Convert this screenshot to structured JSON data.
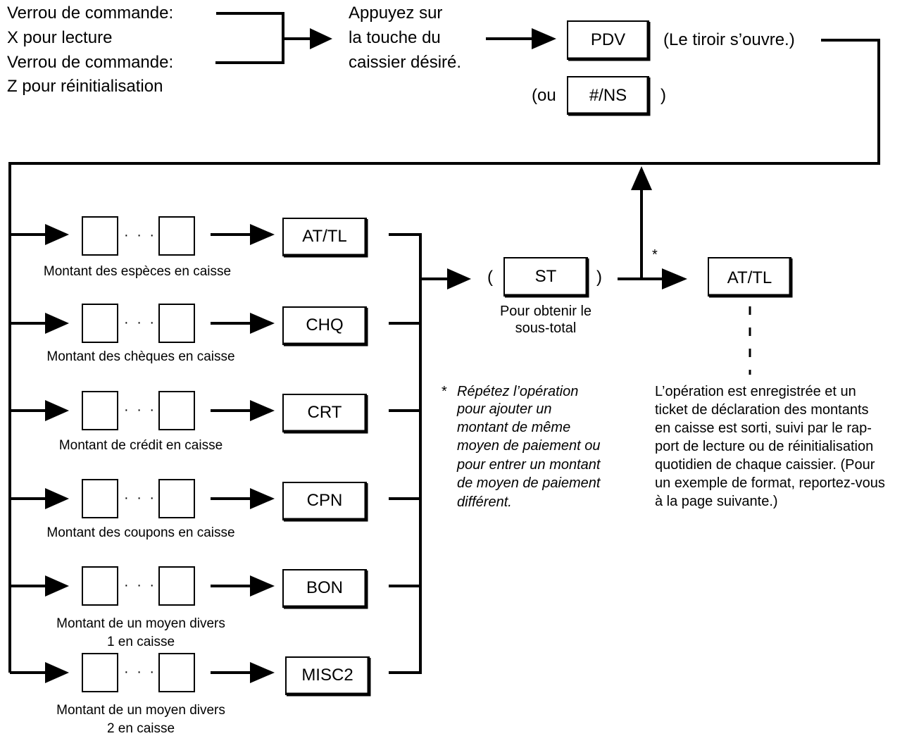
{
  "control_lock": {
    "line1": "Verrou de commande:",
    "line2": "X pour lecture",
    "line3": "Verrou de commande:",
    "line4": "Z pour réinitialisation"
  },
  "cashier_step": {
    "line1": "Appuyez sur",
    "line2": "la touche du",
    "line3": "caissier désiré."
  },
  "keys": {
    "pdv": "PDV",
    "ns": "#/NS",
    "st": "ST",
    "attl_final": "AT/TL"
  },
  "drawer_note": "(Le tiroir s’ouvre.)",
  "ns_open": "(ou",
  "ns_close": ")",
  "st_open": "(",
  "st_close": ")",
  "st_caption": {
    "line1": "Pour obtenir le",
    "line2": "sous-total"
  },
  "dots": "· · ·",
  "repeat_star": "*",
  "rows": [
    {
      "key": "AT/TL",
      "caption1": "Montant des espèces en caisse",
      "caption2": ""
    },
    {
      "key": "CHQ",
      "caption1": "Montant des chèques en caisse",
      "caption2": ""
    },
    {
      "key": "CRT",
      "caption1": "Montant de crédit en caisse",
      "caption2": ""
    },
    {
      "key": "CPN",
      "caption1": "Montant des coupons en caisse",
      "caption2": ""
    },
    {
      "key": "BON",
      "caption1": "Montant de un moyen divers",
      "caption2": "1 en caisse"
    },
    {
      "key": "MISC2",
      "caption1": "Montant de un moyen divers",
      "caption2": "2 en caisse"
    }
  ],
  "repeat_note": {
    "star": "*",
    "lines": [
      "Répétez l’opération",
      "pour ajouter un",
      "montant de même",
      "moyen de paiement ou",
      "pour entrer un montant",
      "de moyen de paiement",
      "différent."
    ]
  },
  "result_note": {
    "lines": [
      "L’opération est enregistrée et un",
      "ticket de déclaration des montants",
      "en caisse est sorti, suivi par le rap-",
      "port de lecture ou de réinitialisation",
      "quotidien de chaque caissier. (Pour",
      "un exemple de format, reportez-vous",
      "à la page suivante.)"
    ]
  }
}
